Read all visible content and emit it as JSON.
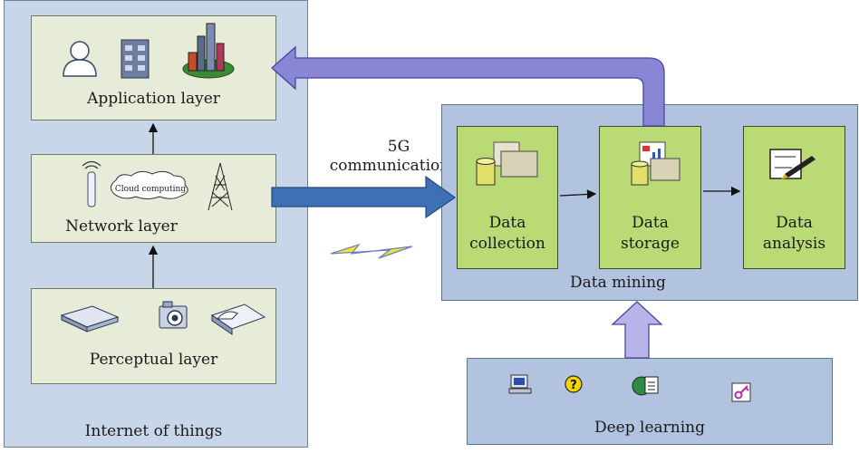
{
  "iot": {
    "title": "Internet of things",
    "application_layer": "Application layer",
    "network_layer": "Network layer",
    "cloud_label": "Cloud computing",
    "perceptual_layer": "Perceptual layer"
  },
  "link": {
    "line1": "5G",
    "line2": "communication"
  },
  "data_mining": {
    "title": "Data mining",
    "collection": [
      "Data",
      "collection"
    ],
    "storage": [
      "Data",
      "storage"
    ],
    "analysis": [
      "Data",
      "analysis"
    ]
  },
  "deep_learning": {
    "title": "Deep learning"
  },
  "colors": {
    "panel_blue": "#c8d6ea",
    "layer_fill": "#e7ecd8",
    "box_green": "#b9da74",
    "arrow_blue": "#3f6fb5",
    "arrow_purple": "#8a86d6"
  },
  "icons": [
    "user-icon",
    "building-icon",
    "city-icon",
    "antenna-icon",
    "cloud-icon",
    "tower-icon",
    "router-icon",
    "camera-icon",
    "scanner-icon",
    "folder-database-icon",
    "chart-database-icon",
    "document-pen-icon",
    "computer-icon",
    "help-icon",
    "globe-document-icon",
    "key-icon",
    "lightning-icon"
  ]
}
